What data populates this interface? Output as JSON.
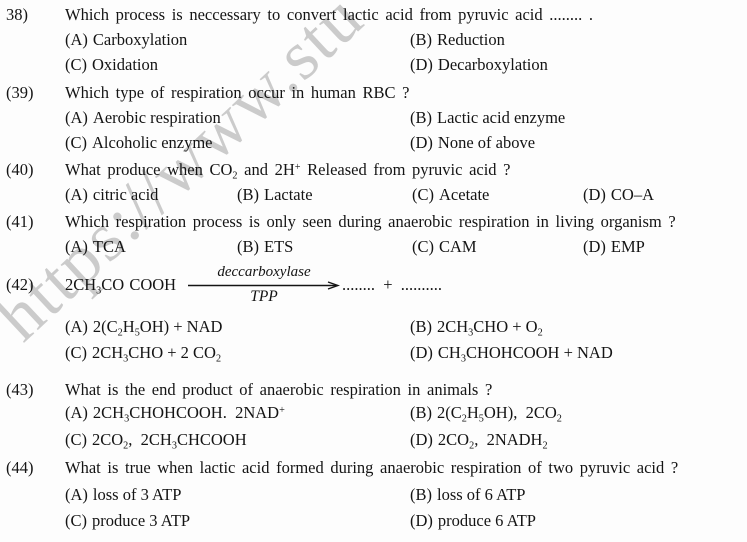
{
  "watermark": {
    "text": "https://www.stu",
    "color": "#b9b9b9"
  },
  "questions": [
    {
      "number": "38)",
      "text": "Which process is neccessary to convert lactic acid from pyruvic acid ........ .",
      "options": [
        {
          "label": "(A)",
          "text": "Carboxylation"
        },
        {
          "label": "(B)",
          "text": "Reduction"
        },
        {
          "label": "(C)",
          "text": "Oxidation"
        },
        {
          "label": "(D)",
          "text": "Decarboxylation"
        }
      ]
    },
    {
      "number": "(39)",
      "text": "Which type of respiration occur in human RBC ?",
      "options": [
        {
          "label": "(A)",
          "text": "Aerobic respiration"
        },
        {
          "label": "(B)",
          "text": "Lactic acid enzyme"
        },
        {
          "label": "(C)",
          "text": "Alcoholic enzyme"
        },
        {
          "label": "(D)",
          "text": "None of above"
        }
      ]
    },
    {
      "number": "(40)",
      "text": "What produce when CO~2~ and 2H^+^ Released from pyruvic acid ?",
      "options": [
        {
          "label": "(A)",
          "text": "citric acid"
        },
        {
          "label": "(B)",
          "text": "Lactate"
        },
        {
          "label": "(C)",
          "text": "Acetate"
        },
        {
          "label": "(D)",
          "text": "CO–A"
        }
      ]
    },
    {
      "number": "(41)",
      "text": "Which respiration process is only seen during anaerobic respiration in living organism ?",
      "options": [
        {
          "label": "(A)",
          "text": "TCA"
        },
        {
          "label": "(B)",
          "text": "ETS"
        },
        {
          "label": "(C)",
          "text": "CAM"
        },
        {
          "label": "(D)",
          "text": "EMP"
        }
      ]
    },
    {
      "number": "(42)",
      "equation": {
        "reactant": "2CH~3~CO COOH",
        "enzyme": "deccarboxylase",
        "cofactor": "TPP",
        "products": "........  +  .........."
      },
      "options": [
        {
          "label": "(A)",
          "text": "2(C~2~H~5~OH) + NAD"
        },
        {
          "label": "(B)",
          "text": "2CH~3~CHO + O~2~"
        },
        {
          "label": "(C)",
          "text": "2CH~3~CHO + 2 CO~2~"
        },
        {
          "label": "(D)",
          "text": "CH~3~CHOHCOOH + NAD"
        }
      ]
    },
    {
      "number": "(43)",
      "text": "What is the end product of anaerobic respiration in animals ?",
      "options": [
        {
          "label": "(A)",
          "text": "2CH~3~CHOHCOOH.  2NAD^+^"
        },
        {
          "label": "(B)",
          "text": "2(C~2~H~5~OH),  2CO~2~"
        },
        {
          "label": "(C)",
          "text": "2CO~2~,  2CH~3~CHCOOH"
        },
        {
          "label": "(D)",
          "text": "2CO~2~,  2NADH~2~"
        }
      ]
    },
    {
      "number": "(44)",
      "text": "What is true when lactic acid formed during anaerobic respiration of two pyruvic acid ?",
      "options": [
        {
          "label": "(A)",
          "text": "loss of 3 ATP"
        },
        {
          "label": "(B)",
          "text": "loss of 6 ATP"
        },
        {
          "label": "(C)",
          "text": "produce 3 ATP"
        },
        {
          "label": "(D)",
          "text": "produce 6 ATP"
        }
      ]
    }
  ]
}
